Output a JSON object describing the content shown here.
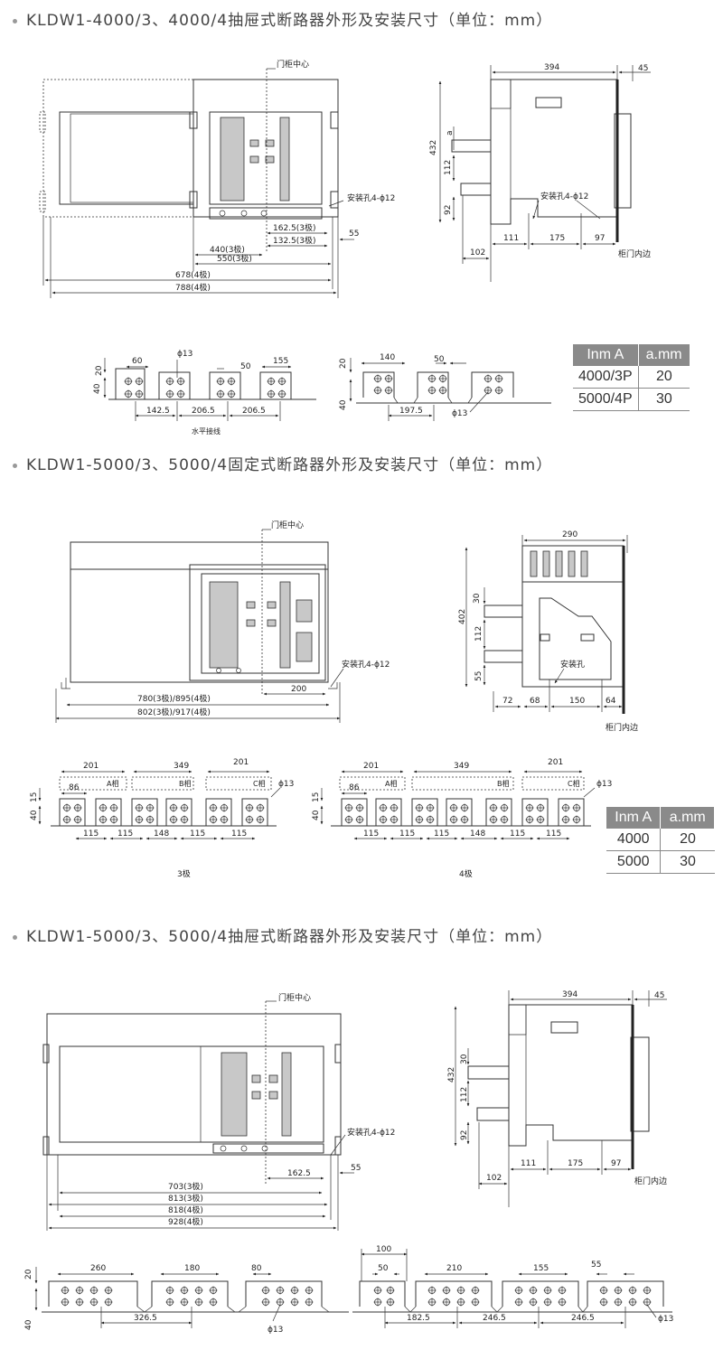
{
  "sections": [
    {
      "title": "KLDW1-4000/3、4000/4抽屉式断路器外形及安装尺寸（单位：mm）"
    },
    {
      "title": "KLDW1-5000/3、5000/4固定式断路器外形及安装尺寸（单位：mm）"
    },
    {
      "title": "KLDW1-5000/3、5000/4抽屉式断路器外形及安装尺寸（单位：mm）"
    }
  ],
  "labels": {
    "door_center": "门柜中心",
    "mount_hole_4": "安装孔4-ϕ12",
    "mount_hole": "安装孔",
    "door_inner_edge": "柜门内边",
    "horizontal_wiring": "水平接线",
    "phi13": "ϕ13",
    "phase_a": "A相",
    "phase_b": "B相",
    "phase_c": "C相",
    "pole3": "3极",
    "pole4": "4极"
  },
  "s1": {
    "front": {
      "d1": "162.5(3极)",
      "d2": "132.5(3极)",
      "d3": "440(3极)",
      "d4": "550(3极)",
      "d5": "678(4极)",
      "d6": "788(4极)",
      "d7": "55"
    },
    "side": {
      "w": "394",
      "t": "45",
      "h": "432",
      "a": "a",
      "h2": "112",
      "h3": "92",
      "b1": "111",
      "b2": "175",
      "b3": "97",
      "b4": "102"
    },
    "busA": {
      "v1": "20",
      "v2": "40",
      "w1": "60",
      "w2": "50",
      "w3": "155",
      "s1": "142.5",
      "s2": "206.5",
      "s3": "206.5"
    },
    "busB": {
      "v1": "20",
      "v2": "40",
      "w1": "140",
      "w2": "50",
      "s1": "197.5"
    },
    "table": {
      "h1": "Inm A",
      "h2": "a.mm",
      "rows": [
        [
          "4000/3P",
          "20"
        ],
        [
          "5000/4P",
          "30"
        ]
      ]
    }
  },
  "s2": {
    "front": {
      "d1": "200",
      "d2": "780(3极)/895(4极)",
      "d3": "802(3极)/917(4极)"
    },
    "side": {
      "w": "290",
      "h": "402",
      "h1": "30",
      "h2": "112",
      "h3": "55",
      "b1": "72",
      "b2": "68",
      "b3": "150",
      "b4": "64"
    },
    "bus3": {
      "g1": "201",
      "g2": "349",
      "g3": "201",
      "w1": "86",
      "v1": "15",
      "v2": "40",
      "s": [
        "115",
        "115",
        "148",
        "115",
        "115"
      ]
    },
    "bus4": {
      "g1": "201",
      "g2": "349",
      "g3": "201",
      "w1": "86",
      "v1": "15",
      "v2": "40",
      "s": [
        "115",
        "115",
        "115",
        "148",
        "115",
        "115"
      ]
    },
    "table": {
      "h1": "Inm A",
      "h2": "a.mm",
      "rows": [
        [
          "4000",
          "20"
        ],
        [
          "5000",
          "30"
        ]
      ]
    }
  },
  "s3": {
    "front": {
      "d1": "162.5",
      "d2": "703(3极)",
      "d3": "813(3极)",
      "d4": "818(4极)",
      "d5": "928(4极)",
      "d6": "55"
    },
    "side": {
      "w": "394",
      "t": "45",
      "h": "432",
      "h1": "30",
      "h2": "112",
      "h3": "92",
      "b1": "111",
      "b2": "175",
      "b3": "97",
      "b4": "102"
    },
    "bus": {
      "v1": "20",
      "v2": "40",
      "w1": "260",
      "w2": "180",
      "w3": "80",
      "s1": "326.5",
      "w4": "100",
      "w5": "50",
      "w6": "210",
      "w7": "155",
      "w8": "55",
      "s2": "182.5",
      "s3": "246.5",
      "s4": "246.5"
    }
  }
}
